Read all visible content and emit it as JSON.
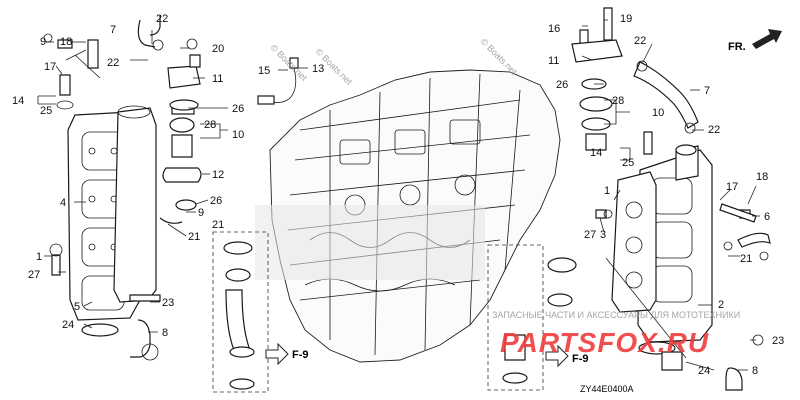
{
  "diagram": {
    "orientation_label": "FR.",
    "figure_code": "ZY44E0400A",
    "reference_label": "F-9",
    "watermark_store": "ЗАПАСНЫЕ ЧАСТИ И АКСЕССУАРЫ ДЛЯ МОТОТЕХНИКИ",
    "watermark_logo": "PARTSFOX.RU",
    "watermark_site": "© Boats.net"
  },
  "callouts": [
    "1",
    "2",
    "3",
    "4",
    "5",
    "6",
    "7",
    "8",
    "9",
    "10",
    "11",
    "12",
    "13",
    "14",
    "15",
    "16",
    "17",
    "18",
    "19",
    "20",
    "21",
    "22",
    "23",
    "24",
    "25",
    "26",
    "27",
    "28"
  ],
  "colors": {
    "line": "#1a1a1a",
    "logo_red": "#ef3b3b",
    "watermark_gray": "#9a9a9a"
  }
}
